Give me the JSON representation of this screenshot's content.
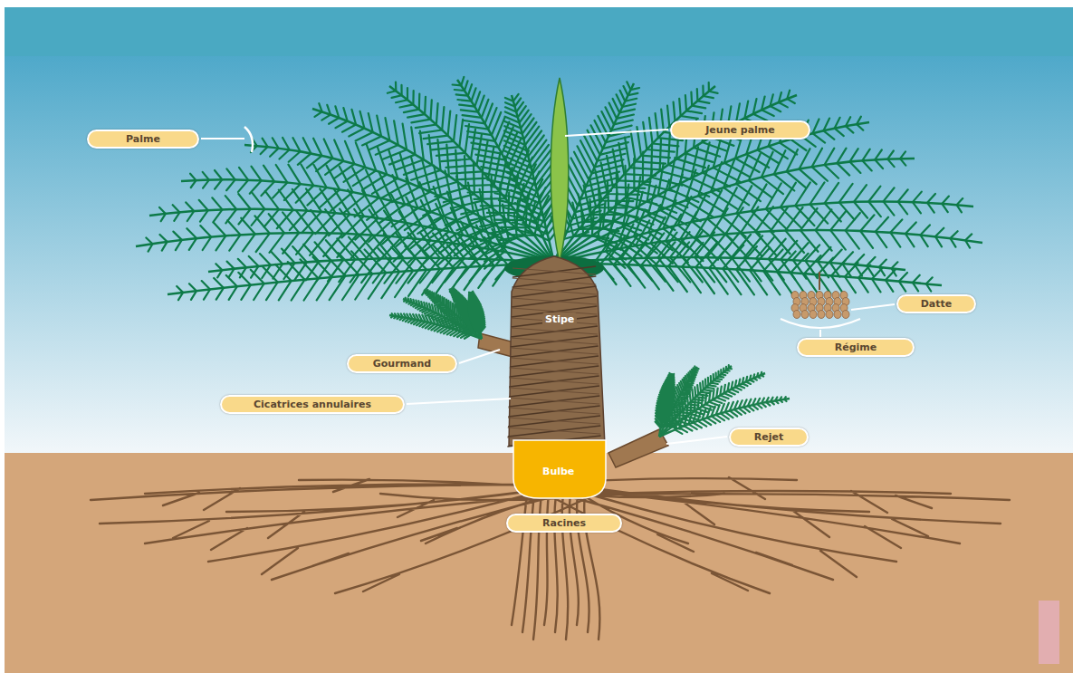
{
  "diagram": {
    "nodes": [
      {
        "text": [
          "Jeune palme"
        ]
      },
      {
        "text": [
          "Palme"
        ]
      },
      {
        "text": [
          "Datte"
        ]
      },
      {
        "text": [
          "Régime"
        ]
      },
      {
        "text": [
          "Gourmand"
        ]
      },
      {
        "text": [
          "Cicatrices annulaires"
        ]
      },
      {
        "text": [
          "Rejet"
        ]
      },
      {
        "text": [
          "Racines"
        ]
      }
    ],
    "labels": [
      "Stipe",
      "Bulbe"
    ]
  }
}
